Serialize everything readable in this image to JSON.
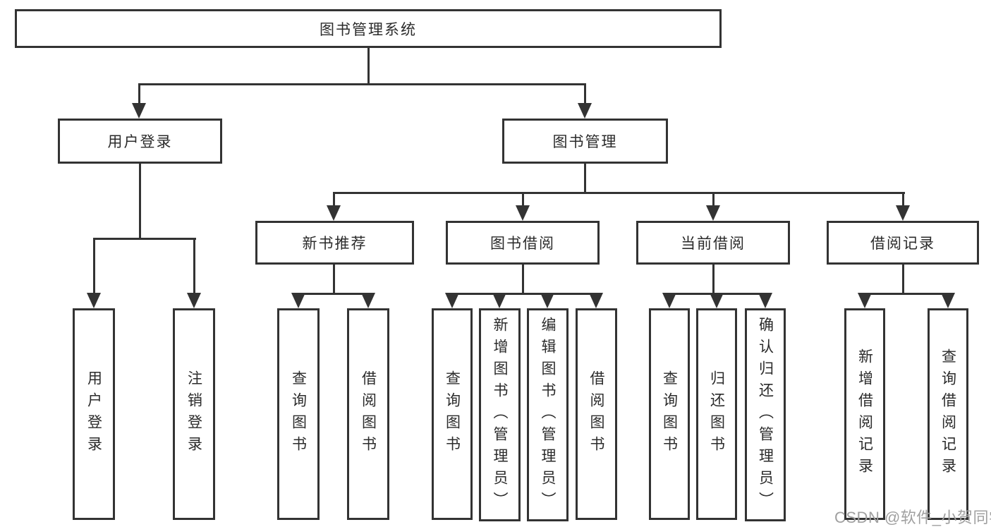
{
  "tree": {
    "root": {
      "label": "图书管理系统",
      "children": [
        {
          "label": "用户登录",
          "children": [
            {
              "label": "用户登录"
            },
            {
              "label": "注销登录"
            }
          ]
        },
        {
          "label": "图书管理",
          "children": [
            {
              "label": "新书推荐",
              "children": [
                {
                  "label": "查询图书"
                },
                {
                  "label": "借阅图书"
                }
              ]
            },
            {
              "label": "图书借阅",
              "children": [
                {
                  "label": "查询图书"
                },
                {
                  "label": "新增图书（管理员）"
                },
                {
                  "label": "编辑图书（管理员）"
                },
                {
                  "label": "借阅图书"
                }
              ]
            },
            {
              "label": "当前借阅",
              "children": [
                {
                  "label": "查询图书"
                },
                {
                  "label": "归还图书"
                },
                {
                  "label": "确认归还（管理员）"
                }
              ]
            },
            {
              "label": "借阅记录",
              "children": [
                {
                  "label": "新增借阅记录"
                },
                {
                  "label": "查询借阅记录"
                }
              ]
            }
          ]
        }
      ]
    }
  },
  "watermark": {
    "text": "CSDN @软件_小贺同学",
    "color": "#a0a0a0"
  },
  "style": {
    "line_color": "#333333",
    "box_border_color": "#333333",
    "text_color": "#2b2b2b",
    "background": "#ffffff"
  }
}
